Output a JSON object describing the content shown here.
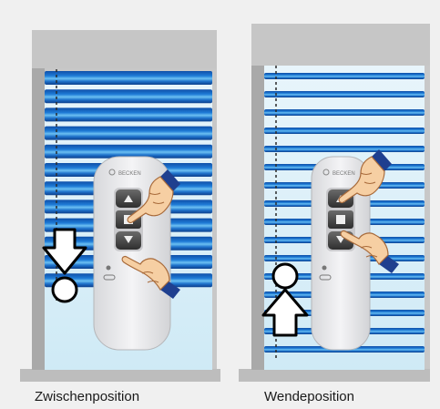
{
  "captions": {
    "left": "Zwischenposition",
    "right": "Wendeposition"
  },
  "remote": {
    "brand": "BECKEN"
  },
  "colors": {
    "slat_blue": "#1a6fc9",
    "slat_highlight": "#5db3f0",
    "window_glass": "#dff1fa",
    "frame_gray": "#c4c4c4",
    "remote_body": "#e9eaec",
    "button_dark": "#4a4a4a",
    "sleeve_navy": "#1f3f8f"
  },
  "icons": {
    "left_indicator": "arrow-down-with-circle-icon",
    "right_indicator": "arrow-up-with-circle-icon"
  }
}
